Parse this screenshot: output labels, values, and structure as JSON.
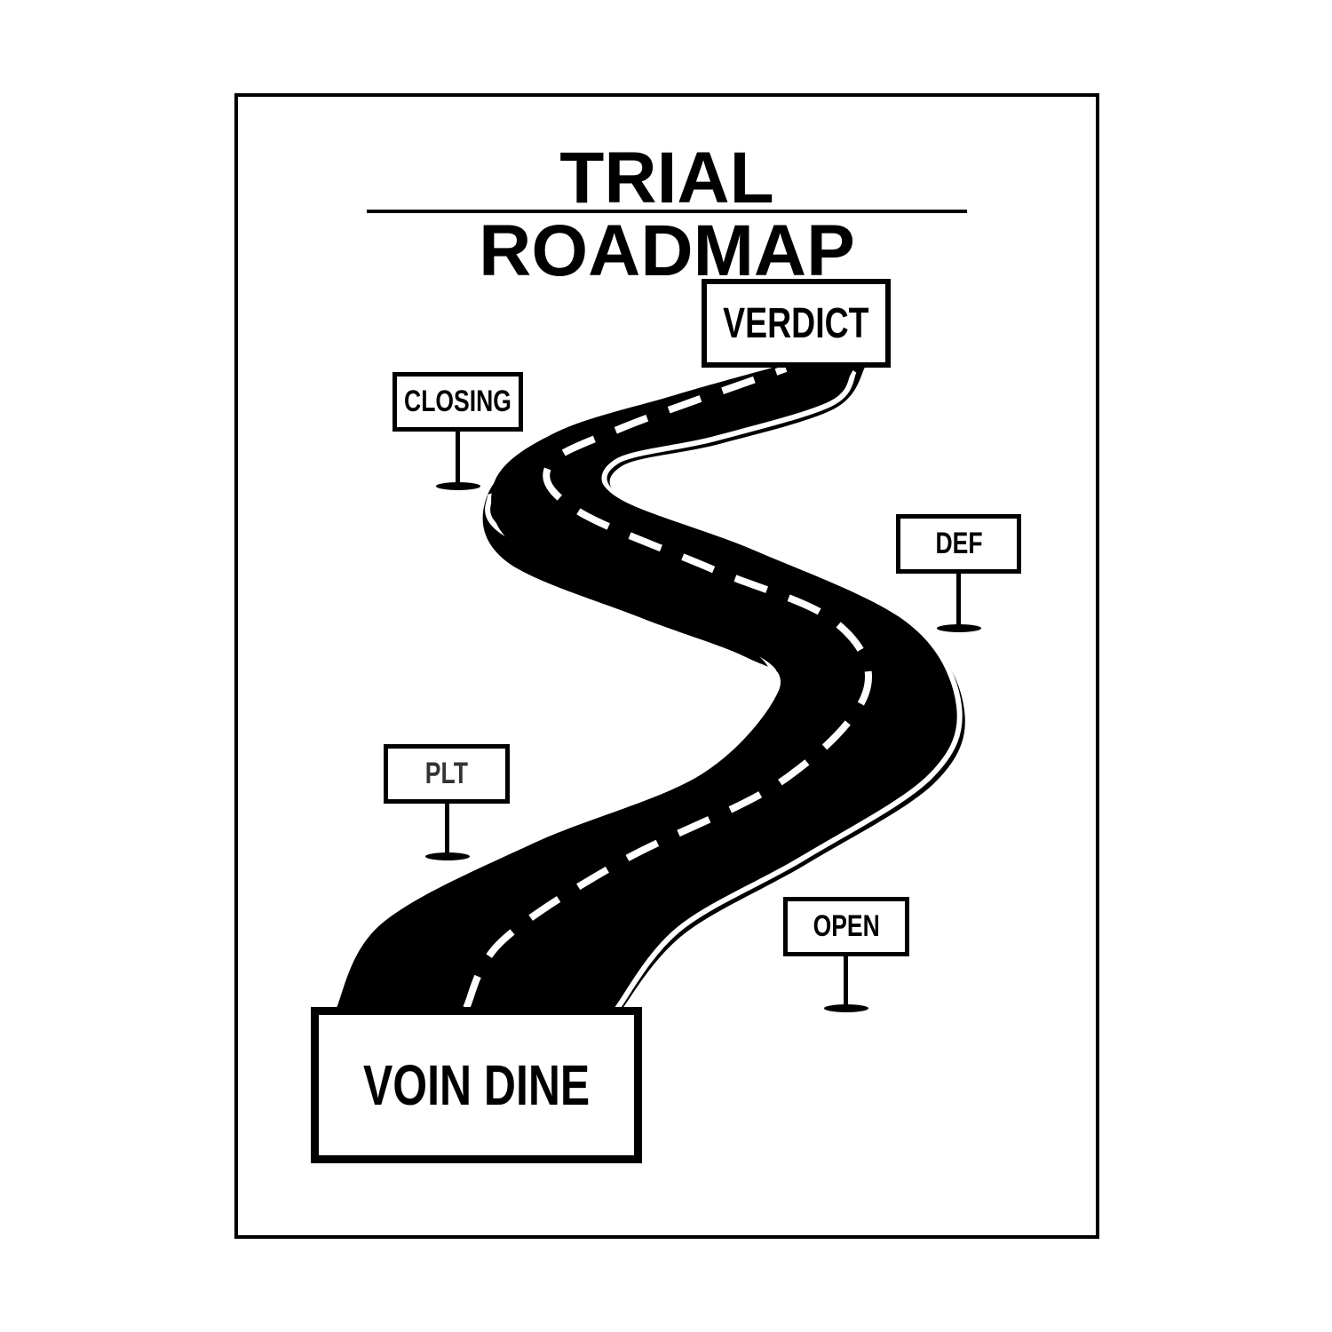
{
  "title": "TRIAL ROADMAP",
  "signs": {
    "verdict": "VERDICT",
    "closing": "CLOSING",
    "def": "DEF",
    "plt": "PLT",
    "open": "OPEN",
    "start": "VOIN DINE"
  },
  "colors": {
    "ink": "#000000",
    "paper": "#ffffff"
  }
}
